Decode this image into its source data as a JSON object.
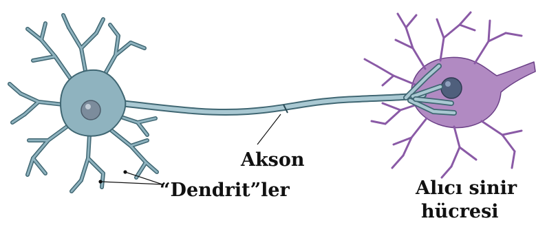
{
  "labels": {
    "axon": "Akson",
    "dendrites": "“Dendrit”ler",
    "receiver_line1": "Alıcı sinir",
    "receiver_line2": "hücresi"
  },
  "colors": {
    "neuron_fill": "#8fb3bf",
    "neuron_stroke": "#3f6672",
    "nucleus": "#7c8c9c",
    "receiver_fill": "#b18ac2",
    "receiver_stroke": "#6a3f86",
    "receiver_nucleus": "#4f5f7c",
    "label_text": "#111111"
  }
}
